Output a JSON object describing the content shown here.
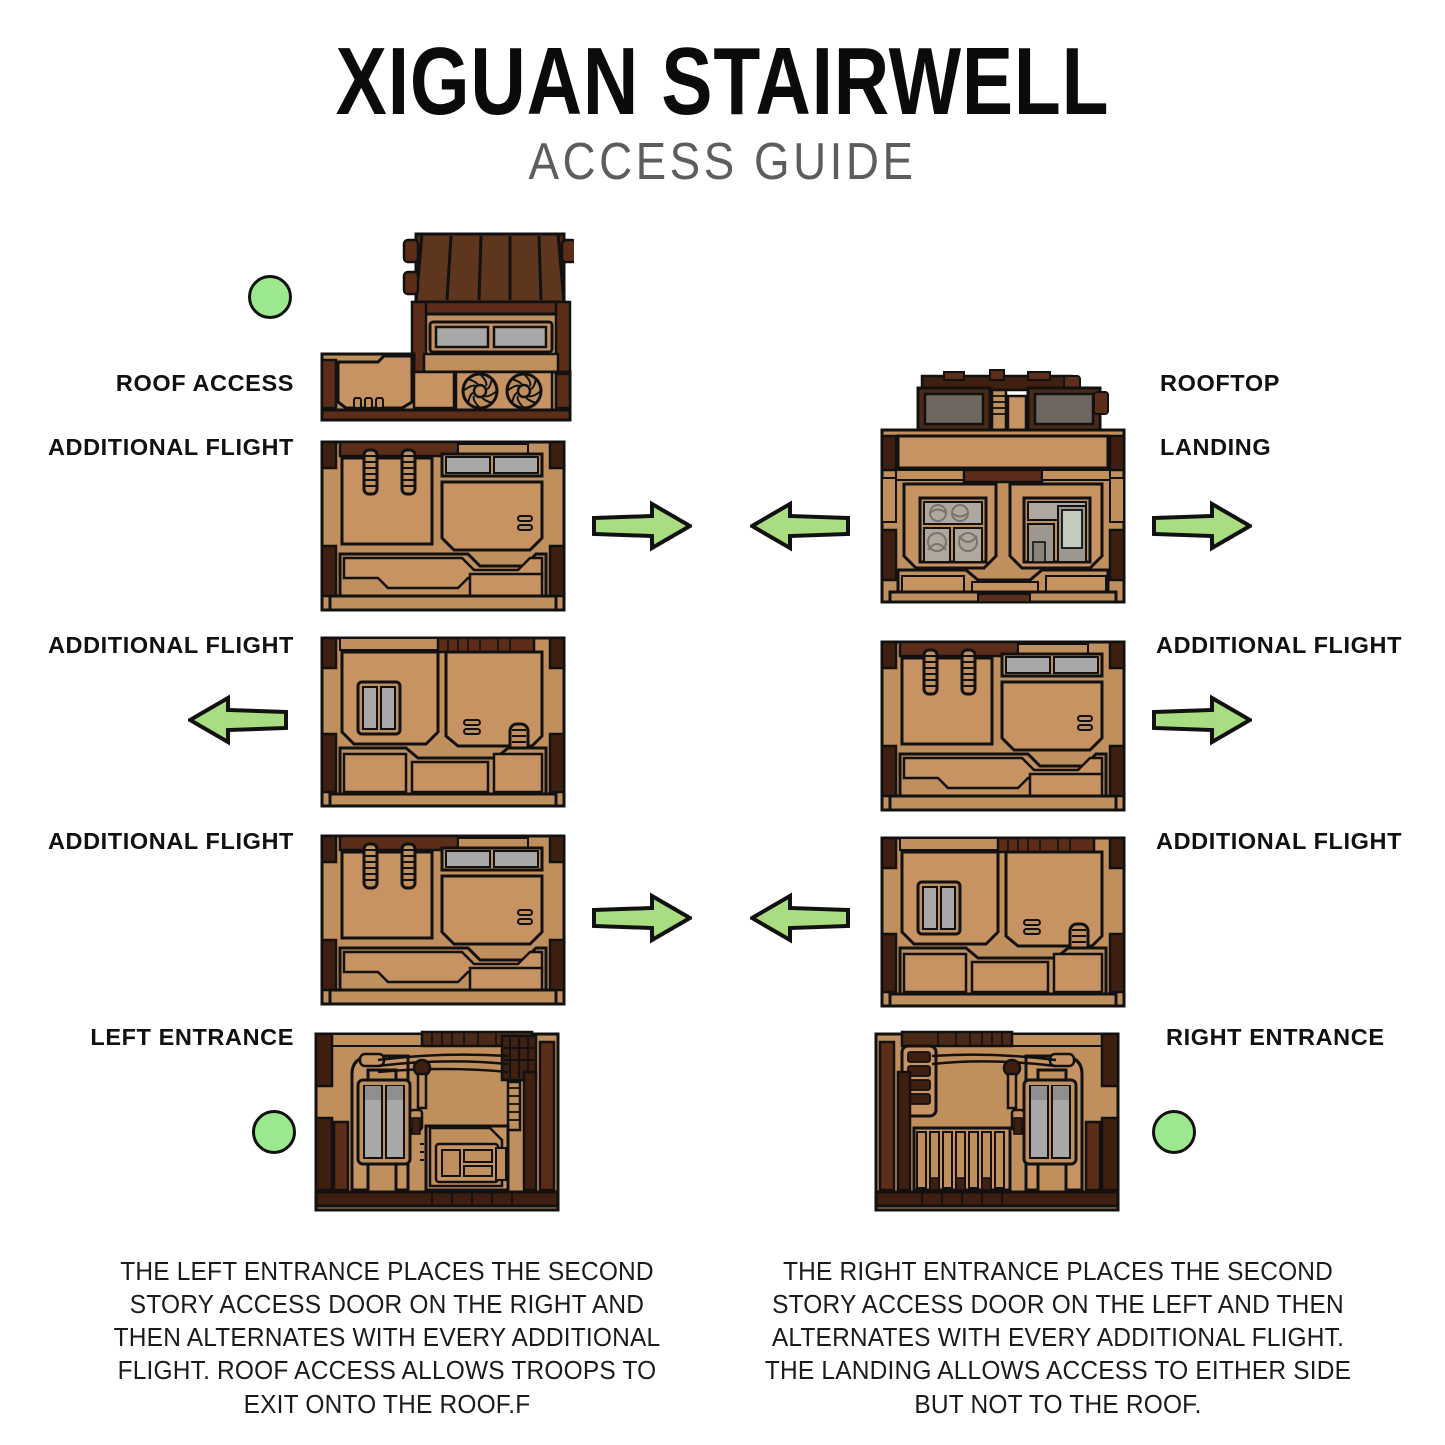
{
  "header": {
    "title": "XIGUAN STAIRWELL",
    "subtitle": "ACCESS GUIDE"
  },
  "colors": {
    "outline": "#111111",
    "wall_light": "#D4A373",
    "wall_mid": "#C08F5E",
    "wall_dark": "#A8764A",
    "trim_dark": "#5C2E19",
    "trim_darker": "#3E1F10",
    "roof_dark": "#4A2A17",
    "roof_mid": "#6B4226",
    "glass_gray": "#A8A8A8",
    "glass_light": "#C6C6C6",
    "glass_dim": "#8F8F8F",
    "arrow_green": "#A8DD82",
    "dot_green": "#9BE88F",
    "title_black": "#0B0B0B",
    "subtitle_gray": "#5D5D5D"
  },
  "left_column": {
    "labels": [
      {
        "text": "ROOF ACCESS",
        "row": 1
      },
      {
        "text": "ADDITIONAL FLIGHT",
        "row": 2
      },
      {
        "text": "ADDITIONAL FLIGHT",
        "row": 3
      },
      {
        "text": "ADDITIONAL FLIGHT",
        "row": 4
      },
      {
        "text": "LEFT ENTRANCE",
        "row": 5
      }
    ],
    "modules": [
      {
        "row": 1,
        "type": "roof-access"
      },
      {
        "row": 2,
        "type": "flight-a"
      },
      {
        "row": 3,
        "type": "flight-b"
      },
      {
        "row": 4,
        "type": "flight-a"
      },
      {
        "row": 5,
        "type": "entrance-left"
      }
    ],
    "markers": [
      {
        "name": "roof-access-marker"
      },
      {
        "name": "left-entrance-marker"
      }
    ]
  },
  "right_column": {
    "labels": [
      {
        "text": "ROOFTOP",
        "row": 1
      },
      {
        "text": "LANDING",
        "row": 2
      },
      {
        "text": "ADDITIONAL FLIGHT",
        "row": 3
      },
      {
        "text": "ADDITIONAL FLIGHT",
        "row": 4
      },
      {
        "text": "RIGHT ENTRANCE",
        "row": 5
      }
    ],
    "modules": [
      {
        "row": 2,
        "type": "landing"
      },
      {
        "row": 3,
        "type": "flight-a"
      },
      {
        "row": 4,
        "type": "flight-b"
      },
      {
        "row": 5,
        "type": "entrance-right"
      }
    ],
    "markers": [
      {
        "name": "right-entrance-marker"
      }
    ]
  },
  "arrows": [
    {
      "name": "arrow-row2-left-out",
      "direction": "right"
    },
    {
      "name": "arrow-row2-right-in",
      "direction": "left"
    },
    {
      "name": "arrow-row2-landing-out",
      "direction": "right"
    },
    {
      "name": "arrow-row3-left-out",
      "direction": "left"
    },
    {
      "name": "arrow-row3-right-out",
      "direction": "right"
    },
    {
      "name": "arrow-row4-left-out",
      "direction": "right"
    },
    {
      "name": "arrow-row4-right-in",
      "direction": "left"
    }
  ],
  "captions": {
    "left": "THE LEFT ENTRANCE PLACES THE SECOND STORY ACCESS DOOR ON THE RIGHT AND THEN ALTERNATES WITH EVERY ADDITIONAL FLIGHT. ROOF ACCESS ALLOWS TROOPS TO EXIT ONTO THE ROOF.F",
    "right": "THE RIGHT ENTRANCE PLACES THE SECOND STORY ACCESS DOOR ON THE LEFT AND THEN ALTERNATES WITH EVERY ADDITIONAL FLIGHT. THE LANDING ALLOWS ACCESS TO EITHER SIDE BUT NOT TO THE ROOF."
  }
}
